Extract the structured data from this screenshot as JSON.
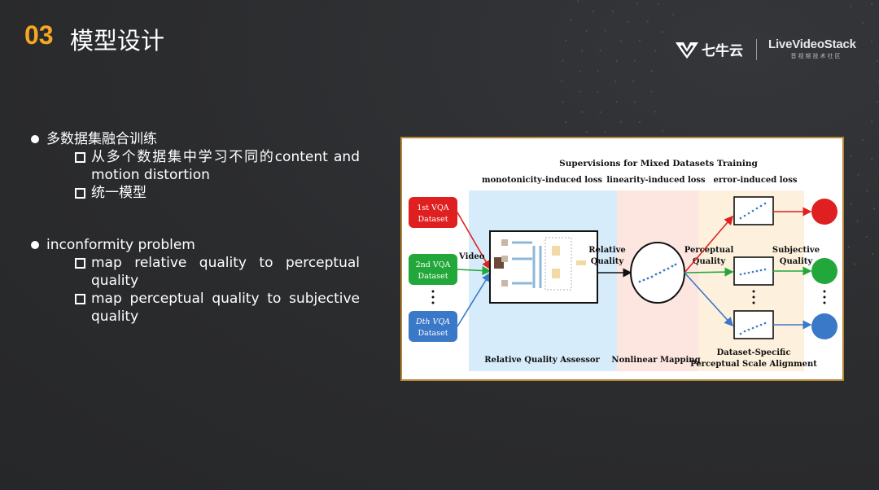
{
  "header": {
    "number": "03",
    "title": "模型设计"
  },
  "logos": {
    "qiniu": "七牛云",
    "livevideostack": "LiveVideoStack",
    "livevideostack_sub": "音视频技术社区"
  },
  "bullets": [
    {
      "text": "多数据集融合训练",
      "subs": [
        "从多个数据集中学习不同的content and motion distortion",
        "统一模型"
      ]
    },
    {
      "text": "inconformity problem",
      "subs": [
        "map relative quality to perceptual quality",
        "map perceptual quality to subjective quality"
      ]
    }
  ],
  "figure": {
    "title": "Supervisions for Mixed Datasets Training",
    "loss_labels": [
      "monotonicity-induced loss",
      "linearity-induced loss",
      "error-induced loss"
    ],
    "dataset_labels": [
      {
        "line1": "1st VQA",
        "line2": "Dataset",
        "color": "#e02020"
      },
      {
        "line1": "2nd VQA",
        "line2": "Dataset",
        "color": "#22a83a"
      },
      {
        "line1": "Dth VQA",
        "line2": "Dataset",
        "color": "#3a78c8"
      }
    ],
    "video_label": "Video",
    "relative_quality": [
      "Relative",
      "Quality"
    ],
    "perceptual_quality": [
      "Perceptual",
      "Quality"
    ],
    "subjective_quality": [
      "Subjective",
      "Quality"
    ],
    "assessor_label": "Relative Quality Assessor",
    "mapping_label": "Nonlinear Mapping",
    "alignment_label": [
      "Dataset-Specific",
      "Perceptual Scale Alignment"
    ],
    "colors": {
      "red": "#e02020",
      "green": "#22a83a",
      "blue": "#3a78c8",
      "assessor_bg": "#d6ecfa",
      "mapping_bg": "#fde6e0",
      "alignment_bg": "#fdf0dc",
      "title_accent": "#f5a623"
    }
  }
}
